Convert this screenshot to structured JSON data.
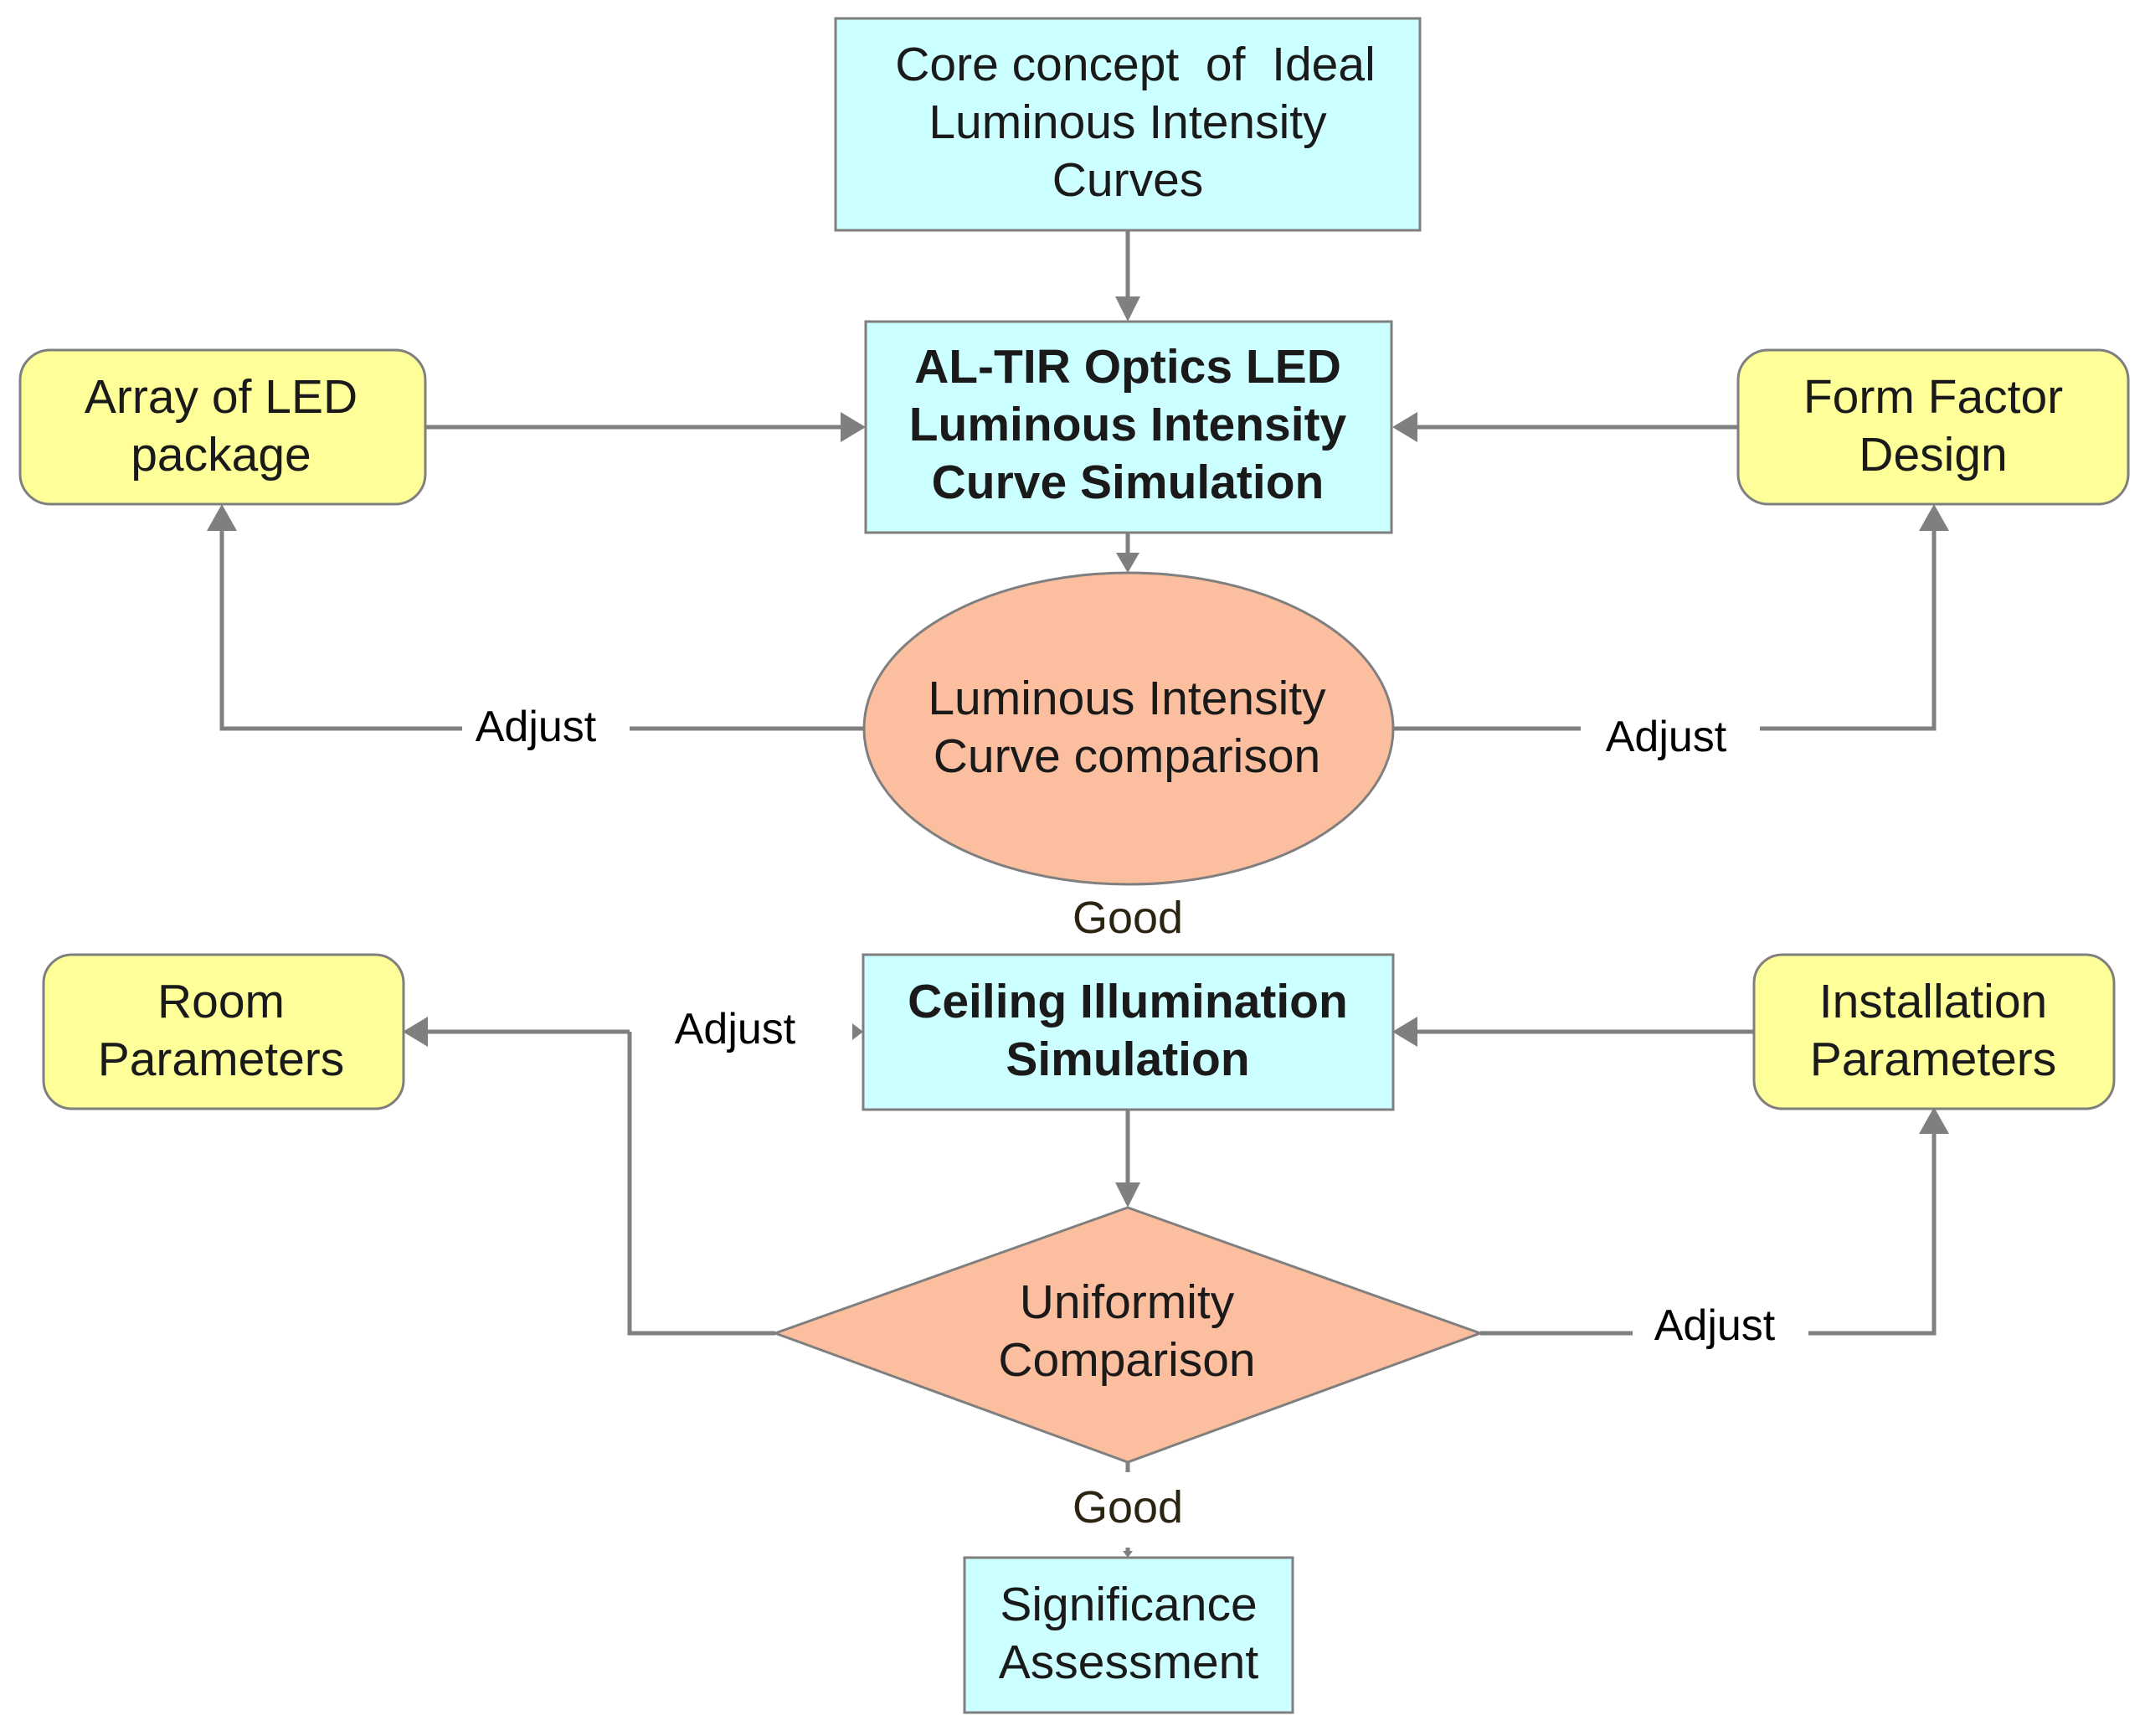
{
  "nodes": {
    "core_concept": {
      "lines": [
        "Core concept  of  Ideal",
        "Luminous Intensity",
        "Curves"
      ],
      "shape": "rectangle",
      "fill": "#ccffff"
    },
    "altir_simulation": {
      "lines": [
        "AL-TIR Optics LED",
        "Luminous Intensity",
        "Curve Simulation"
      ],
      "shape": "rectangle",
      "fill": "#ccffff"
    },
    "array_led": {
      "lines": [
        "Array of LED",
        "package"
      ],
      "shape": "rounded-rectangle",
      "fill": "#ffff99"
    },
    "form_factor": {
      "lines": [
        "Form Factor",
        "Design"
      ],
      "shape": "rounded-rectangle",
      "fill": "#ffff99"
    },
    "intensity_comparison": {
      "lines": [
        "Luminous Intensity",
        "Curve comparison"
      ],
      "shape": "ellipse",
      "fill": "#fbbf9f"
    },
    "ceiling_simulation": {
      "lines": [
        "Ceiling Illumination",
        "Simulation"
      ],
      "shape": "rectangle",
      "fill": "#ccffff"
    },
    "room_params": {
      "lines": [
        "Room",
        "Parameters"
      ],
      "shape": "rounded-rectangle",
      "fill": "#ffff99"
    },
    "installation_params": {
      "lines": [
        "Installation",
        "Parameters"
      ],
      "shape": "rounded-rectangle",
      "fill": "#ffff99"
    },
    "uniformity_comparison": {
      "lines": [
        "Uniformity",
        "Comparison"
      ],
      "shape": "diamond",
      "fill": "#fbbf9f"
    },
    "significance": {
      "lines": [
        "Significance",
        "Assessment"
      ],
      "shape": "rectangle",
      "fill": "#ccffff"
    }
  },
  "edge_labels": {
    "adjust_upper_left": "Adjust",
    "adjust_upper_right": "Adjust",
    "adjust_lower_left": "Adjust",
    "adjust_lower_right": "Adjust",
    "good_upper": "Good",
    "good_lower": "Good"
  },
  "edges": [
    {
      "from": "core_concept",
      "to": "altir_simulation"
    },
    {
      "from": "array_led",
      "to": "altir_simulation"
    },
    {
      "from": "form_factor",
      "to": "altir_simulation"
    },
    {
      "from": "altir_simulation",
      "to": "intensity_comparison"
    },
    {
      "from": "intensity_comparison",
      "to": "array_led",
      "label": "Adjust"
    },
    {
      "from": "intensity_comparison",
      "to": "form_factor",
      "label": "Adjust"
    },
    {
      "from": "intensity_comparison",
      "to": "ceiling_simulation",
      "label": "Good"
    },
    {
      "from": "room_params",
      "to": "ceiling_simulation"
    },
    {
      "from": "installation_params",
      "to": "ceiling_simulation"
    },
    {
      "from": "ceiling_simulation",
      "to": "uniformity_comparison"
    },
    {
      "from": "uniformity_comparison",
      "to": "room_params",
      "label": "Adjust"
    },
    {
      "from": "uniformity_comparison",
      "to": "installation_params",
      "label": "Adjust"
    },
    {
      "from": "uniformity_comparison",
      "to": "significance",
      "label": "Good"
    }
  ],
  "colors": {
    "connector": "#7f7f7f",
    "box_stroke": "#7f7f7f",
    "process_fill": "#ccffff",
    "input_fill": "#ffff99",
    "decision_fill": "#fbbf9f"
  }
}
